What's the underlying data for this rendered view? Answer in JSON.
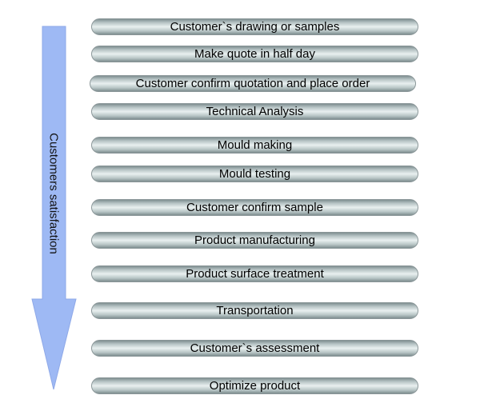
{
  "diagram": {
    "arrow_label": "Customers satisfaction",
    "colors": {
      "arrow_fill": "#9eb9f4",
      "step_mid": "#e9f0f0",
      "step_edge": "#7f8f91"
    },
    "steps": [
      "Customer`s drawing or samples",
      "Make quote in half day",
      "Customer confirm quotation and place order",
      "Technical Analysis",
      "Mould making",
      "Mould testing",
      "Customer confirm sample",
      "Product manufacturing",
      "Product surface treatment",
      "Transportation",
      "Customer`s assessment",
      "Optimize product"
    ]
  }
}
